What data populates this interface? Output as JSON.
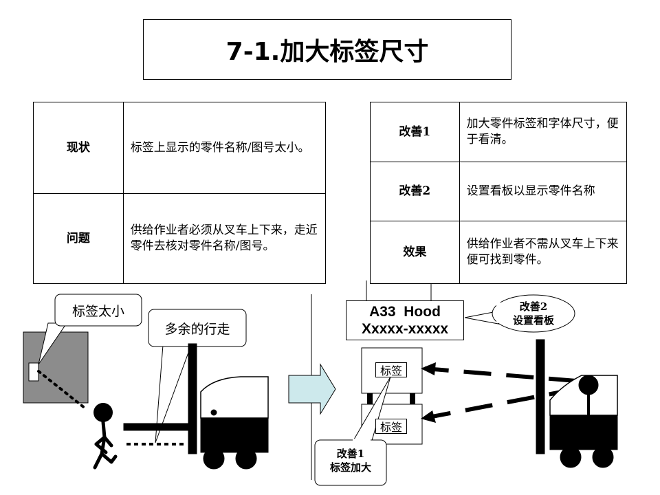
{
  "title": "7-1.加大标签尺寸",
  "left_table": [
    {
      "label": "现状",
      "text": "标签上显示的零件名称/图号太小。"
    },
    {
      "label": "问题",
      "text": "供给作业者必须从叉车上下来，走近零件去核对零件名称/图号。"
    }
  ],
  "right_table": [
    {
      "label": "改善1",
      "text": "加大零件标签和字体尺寸，便于看清。"
    },
    {
      "label": "改善2",
      "text": "设置看板以显示零件名称"
    },
    {
      "label": "效果",
      "text": "供给作业者不需从叉车上下来便可找到零件。"
    }
  ],
  "callouts": {
    "label_too_small": "标签太小",
    "extra_walking": "多余的行走",
    "improve2_title": "改善2",
    "improve2_text": "设置看板",
    "improve1_title": "改善1",
    "improve1_text": "标签加大"
  },
  "signboard": {
    "line1": "A33  Hood",
    "line2": "Xxxxx-xxxxx"
  },
  "box_labels": [
    "标签",
    "标签"
  ],
  "colors": {
    "shelf_gray": "#8c8c8c",
    "arrow_fill": "#cde9ec"
  }
}
